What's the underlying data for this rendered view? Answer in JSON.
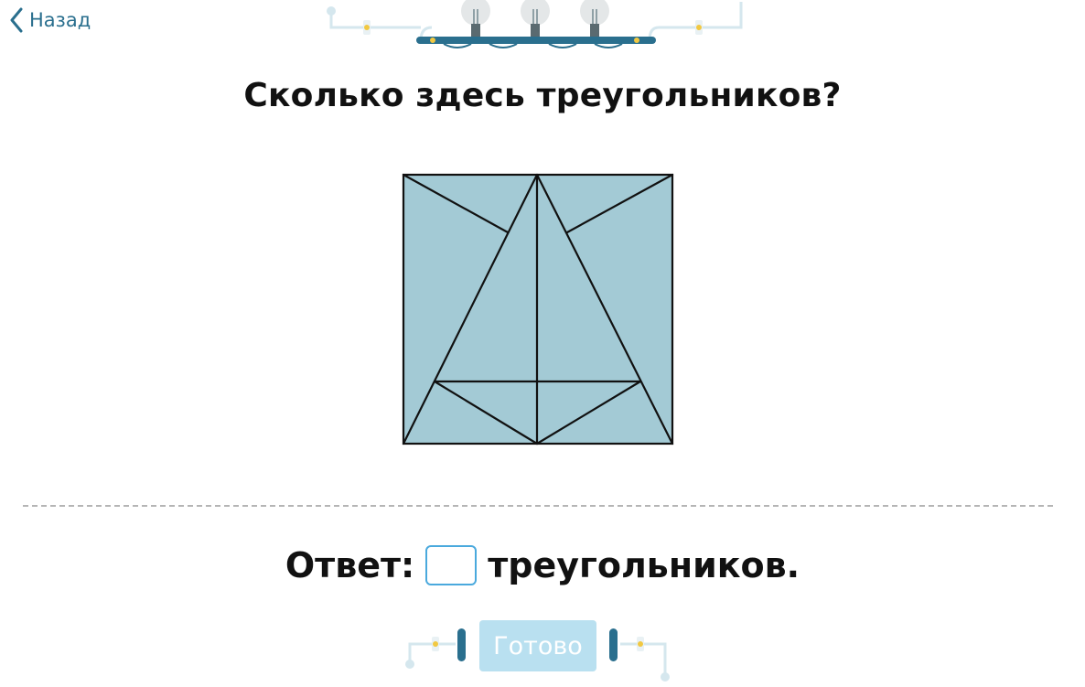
{
  "nav": {
    "back_label": "Назад"
  },
  "question": {
    "title": "Сколько здесь треугольников?"
  },
  "answer": {
    "prefix": "Ответ:",
    "input_value": "",
    "suffix": "треугольников."
  },
  "actions": {
    "done_label": "Готово"
  },
  "colors": {
    "figure_fill": "#a3cad5",
    "figure_stroke": "#111111",
    "accent": "#2a6f8e",
    "input_border": "#4aa9dd",
    "button_disabled": "#b9e0f0"
  },
  "icons": {
    "back": "chevron-left-icon"
  }
}
